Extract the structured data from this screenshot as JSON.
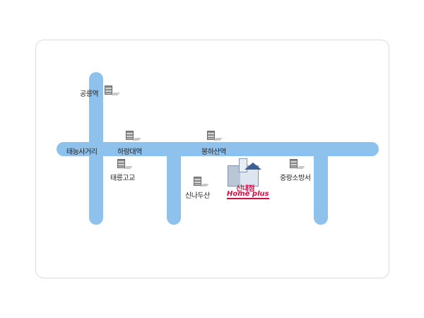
{
  "map": {
    "road_color": "#8ec2ec",
    "highlight_color": "#d01040",
    "landmarks": {
      "gongneung": "공릉역",
      "taeneung_intersection": "태능사거리",
      "hwarangdae": "하랑대역",
      "bonghwasan": "봉하산역",
      "taereung_high": "태릉고교",
      "sinnae_doosan": "신나두산",
      "jungnang_fire": "중랑소방서"
    },
    "store": {
      "name": "신내점",
      "brand": "Home plus",
      "icon": "store-building-icon"
    },
    "building_icon": "building-icon"
  }
}
